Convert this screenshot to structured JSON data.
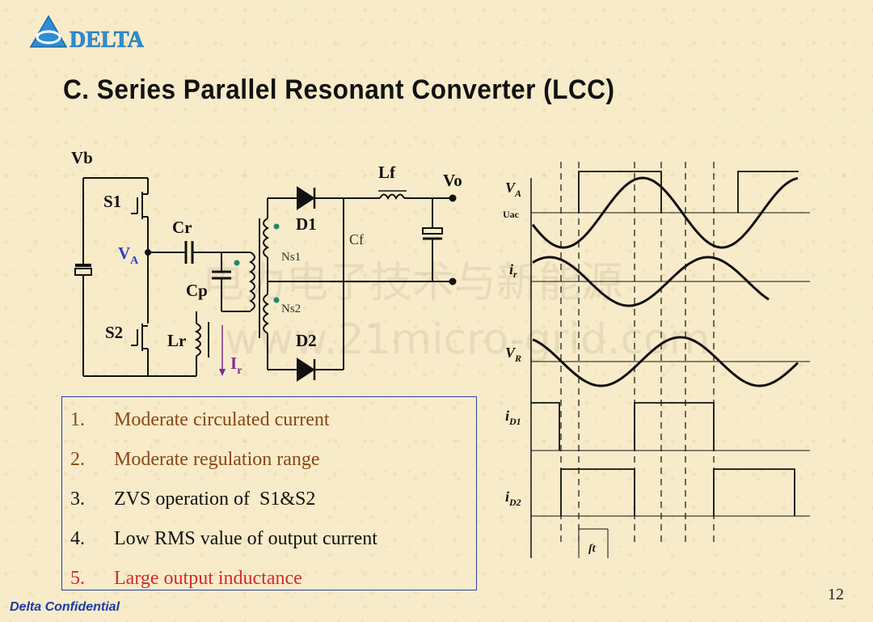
{
  "header": {
    "logo_text": "DELTA",
    "title": "C. Series Parallel Resonant Converter (LCC)"
  },
  "circuit": {
    "labels": {
      "vb": "Vb",
      "s1": "S1",
      "s2": "S2",
      "cr": "Cr",
      "va": "V",
      "va_sub": "A",
      "cp": "Cp",
      "lr": "Lr",
      "ir": "I",
      "ir_sub": "r",
      "d1": "D1",
      "d2": "D2",
      "ns1": "Ns1",
      "ns2": "Ns2",
      "lf": "Lf",
      "cf": "Cf",
      "vo": "Vo"
    }
  },
  "waveforms": {
    "labels": {
      "va": "V",
      "va_sub": "A",
      "uac": "Uac",
      "ir": "i",
      "ir_sub": "r",
      "vr": "V",
      "vr_sub": "R",
      "id1": "i",
      "id1_sub": "D1",
      "id2": "i",
      "id2_sub": "D2",
      "marker": "ſt"
    }
  },
  "features": [
    {
      "num": "1.",
      "text": "Moderate circulated current",
      "color": "#8b4513"
    },
    {
      "num": "2.",
      "text": "Moderate regulation range",
      "color": "#8b4513"
    },
    {
      "num": "3.",
      "text": "ZVS operation of  S1&S2",
      "color": "#111111"
    },
    {
      "num": "4.",
      "text": "Low RMS value of output current",
      "color": "#111111"
    },
    {
      "num": "5.",
      "text": "Large output inductance",
      "color": "#d42a2a"
    }
  ],
  "watermark": {
    "line1": "电力电子技术与新能源",
    "line2": "www.21micro-grid.com"
  },
  "footer": {
    "confidential": "Delta Confidential",
    "page_number": "12"
  }
}
